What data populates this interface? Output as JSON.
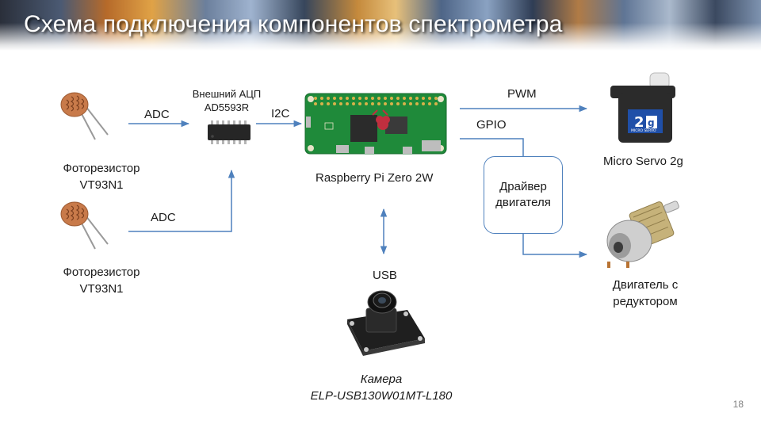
{
  "slide": {
    "title": "Схема подключения компонентов спектрометра",
    "number": "18"
  },
  "components": {
    "photoresistor_1": {
      "line1": "Фоторезистор",
      "line2": "VT93N1"
    },
    "photoresistor_2": {
      "line1": "Фоторезистор",
      "line2": "VT93N1"
    },
    "adc_chip": {
      "line1": "Внешний АЦП",
      "line2": "AD5593R"
    },
    "raspberry": {
      "label": "Raspberry Pi Zero 2W"
    },
    "driver": {
      "line1": "Драйвер",
      "line2": "двигателя"
    },
    "servo": {
      "label": "Micro Servo 2g",
      "badge": "2g",
      "badge_sub": "MICRO SERVO"
    },
    "motor": {
      "line1": "Двигатель с",
      "line2": "редуктором"
    },
    "camera": {
      "line1": "Камера",
      "line2": "ELP-USB130W01MT-L180"
    }
  },
  "connections": {
    "adc_1": "ADC",
    "adc_2": "ADC",
    "i2c": "I2C",
    "pwm": "PWM",
    "gpio": "GPIO",
    "usb": "USB"
  },
  "colors": {
    "line": "#4f81bd",
    "pcb": "#1f8a3a",
    "servo_body": "#2b2b2b",
    "servo_label": "#1f4fa8"
  }
}
